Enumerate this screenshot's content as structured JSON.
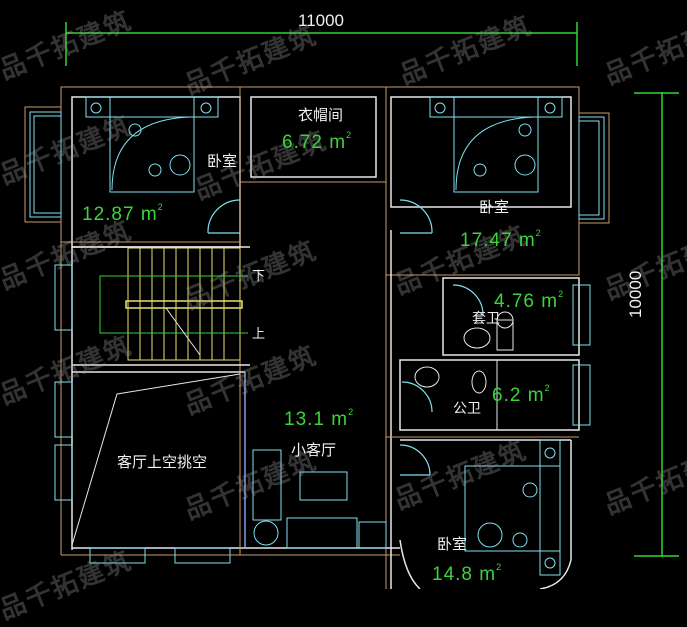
{
  "dimensions": {
    "width_label": "11000",
    "height_label": "10000"
  },
  "rooms": [
    {
      "id": "bedroom-nw",
      "name": "卧室",
      "area": "12.87",
      "unit": "m²"
    },
    {
      "id": "cloakroom",
      "name": "衣帽间",
      "area": "6.72",
      "unit": "m²"
    },
    {
      "id": "bedroom-ne",
      "name": "卧室",
      "area": "17.47",
      "unit": "m²"
    },
    {
      "id": "ensuite-bath",
      "name": "套卫",
      "area": "4.76",
      "unit": "m²"
    },
    {
      "id": "public-bath",
      "name": "公卫",
      "area": "6.2",
      "unit": "m²"
    },
    {
      "id": "small-living",
      "name": "小客厅",
      "area": "13.1",
      "unit": "m²"
    },
    {
      "id": "bedroom-se",
      "name": "卧室",
      "area": "14.8",
      "unit": "m²"
    },
    {
      "id": "living-void",
      "name": "客厅上空挑空",
      "area": "",
      "unit": ""
    }
  ],
  "stairs": {
    "down_label": "下",
    "up_label": "上"
  },
  "watermark": "品千拓建筑",
  "colors": {
    "background": "#000000",
    "wall": "#e8e8e8",
    "wall_outline": "#c89a6a",
    "furniture": "#7fe0f0",
    "stair": "#e8e070",
    "dimension": "#33d433",
    "area_text": "#3cd33c",
    "label_text": "#f0f0f0"
  }
}
